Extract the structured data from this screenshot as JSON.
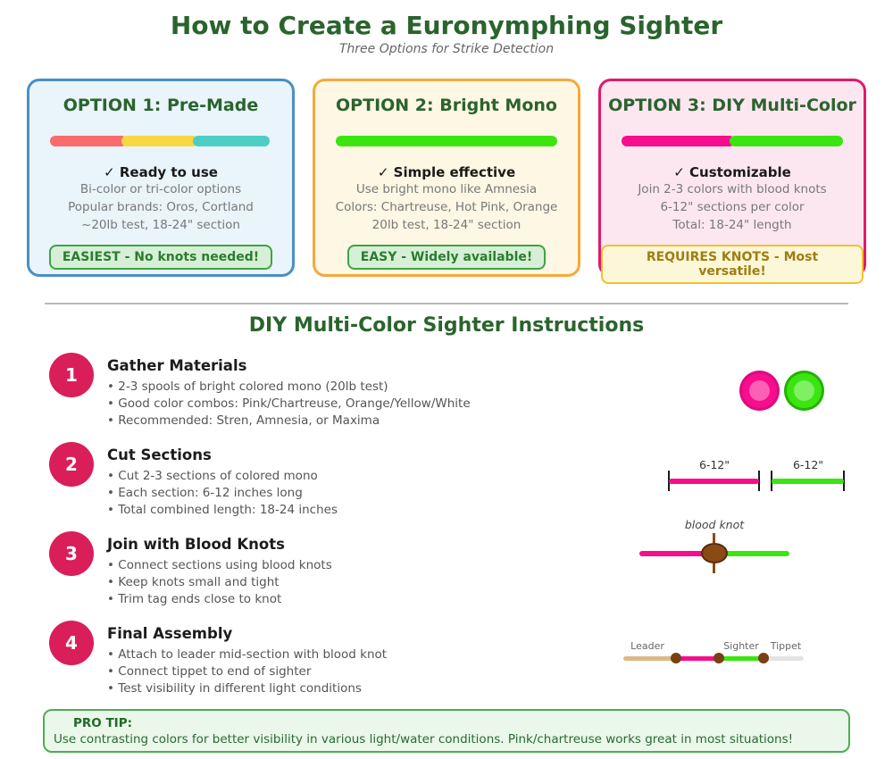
{
  "header": {
    "title": "How to Create a Euronymphing Sighter",
    "subtitle": "Three Options for Strike Detection"
  },
  "options": [
    {
      "title": "OPTION 1: Pre-Made",
      "check": "✓ Ready to use",
      "lines": [
        "Bi-color or tri-color options",
        "Popular brands: Oros, Cortland",
        "~20lb test, 18-24\" section"
      ],
      "badge": "EASIEST - No knots needed!",
      "bar_colors": [
        "#f86c6b",
        "#f7d842",
        "#4ecdc4"
      ]
    },
    {
      "title": "OPTION 2: Bright Mono",
      "check": "✓ Simple effective",
      "lines": [
        "Use bright mono like Amnesia",
        "Colors: Chartreuse, Hot Pink, Orange",
        "20lb test, 18-24\" section"
      ],
      "badge": "EASY - Widely available!",
      "bar_colors": [
        "#3be610"
      ]
    },
    {
      "title": "OPTION 3: DIY Multi-Color",
      "check": "✓ Customizable",
      "lines": [
        "Join 2-3 colors with blood knots",
        "6-12\" sections per color",
        "Total: 18-24\" length"
      ],
      "badge": "REQUIRES KNOTS - Most versatile!",
      "bar_colors": [
        "#f70d8e",
        "#3be610"
      ]
    }
  ],
  "instructions": {
    "title": "DIY Multi-Color Sighter Instructions",
    "steps": [
      {
        "number": "1",
        "title": "Gather Materials",
        "bullets": [
          "2-3 spools of bright colored mono (20lb test)",
          "Good color combos: Pink/Chartreuse, Orange/Yellow/White",
          "Recommended: Stren, Amnesia, or Maxima"
        ]
      },
      {
        "number": "2",
        "title": "Cut Sections",
        "bullets": [
          "Cut 2-3 sections of colored mono",
          "Each section: 6-12 inches long",
          "Total combined length: 18-24 inches"
        ]
      },
      {
        "number": "3",
        "title": "Join with Blood Knots",
        "bullets": [
          "Connect sections using blood knots",
          "Keep knots small and tight",
          "Trim tag ends close to knot"
        ]
      },
      {
        "number": "4",
        "title": "Final Assembly",
        "bullets": [
          "Attach to leader mid-section with blood knot",
          "Connect tippet to end of sighter",
          "Test visibility in different light conditions"
        ]
      }
    ]
  },
  "diagrams": {
    "cut": {
      "label_pink": "6-12\"",
      "label_green": "6-12\""
    },
    "knot": {
      "label": "blood knot"
    },
    "assembly": {
      "leader": "Leader",
      "sighter": "Sighter",
      "tippet": "Tippet"
    }
  },
  "pro_tip": {
    "label": "PRO TIP:",
    "text": "Use contrasting colors for better visibility in various light/water conditions. Pink/chartreuse works great in most situations!"
  },
  "colors": {
    "hot_pink": "#f70d8e",
    "chartreuse": "#3be610",
    "coral": "#f86c6b",
    "yellow": "#f7d842",
    "teal": "#4ecdc4",
    "knot_brown": "#8a4a16",
    "leader_tan": "#deb887",
    "tippet_gray": "#e3e3e3"
  }
}
